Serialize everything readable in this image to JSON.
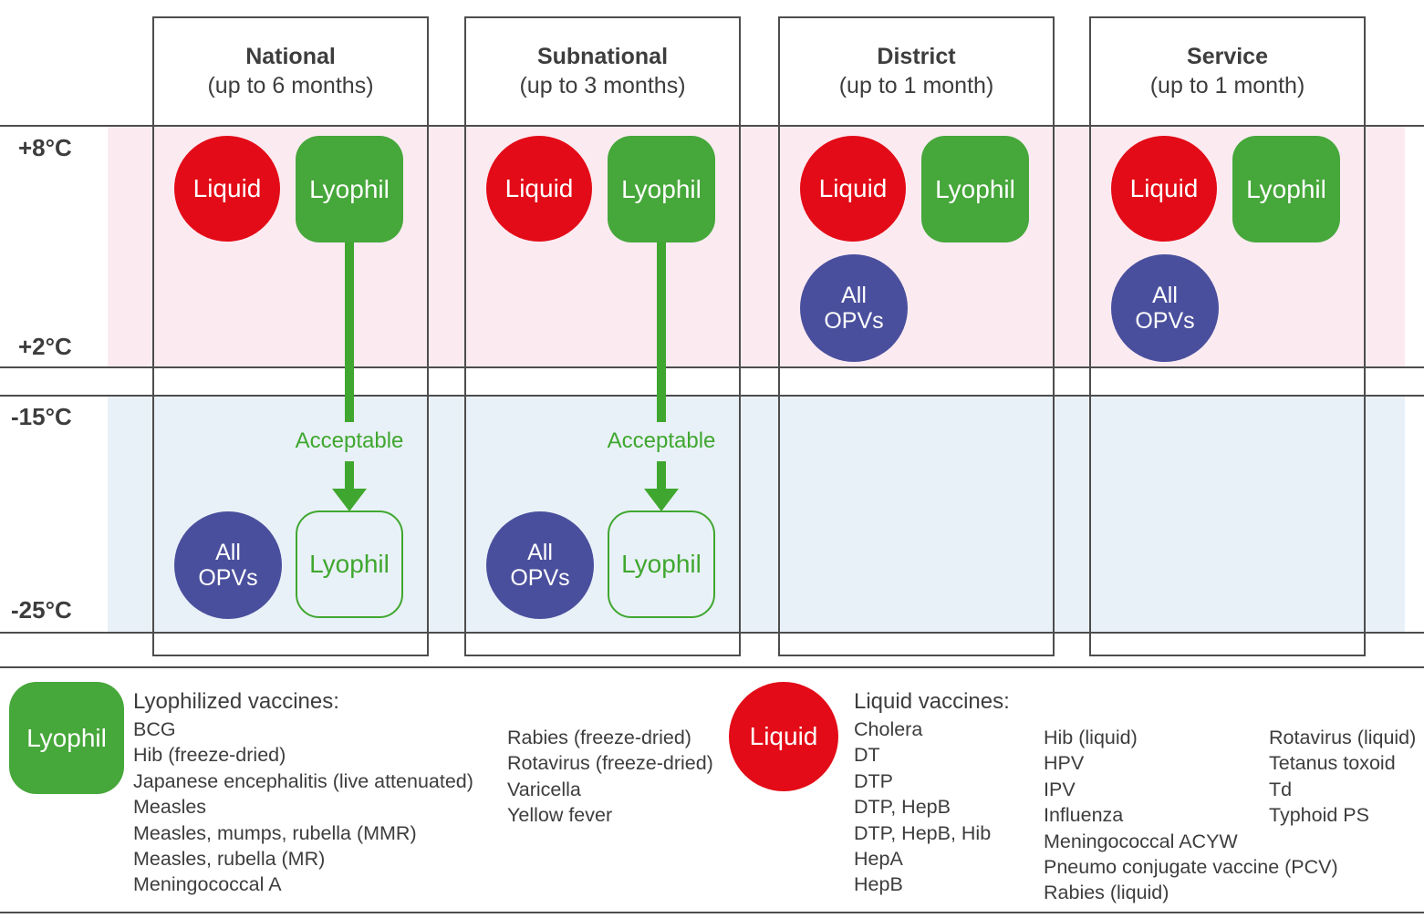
{
  "temperatures": {
    "cold_top": "+8°C",
    "cold_bottom": "+2°C",
    "freeze_top": "-15°C",
    "freeze_bottom": "-25°C"
  },
  "columns": [
    {
      "title": "National",
      "subtitle": "(up to 6 months)"
    },
    {
      "title": "Subnational",
      "subtitle": "(up to 3 months)"
    },
    {
      "title": "District",
      "subtitle": "(up to 1 month)"
    },
    {
      "title": "Service",
      "subtitle": "(up to 1 month)"
    }
  ],
  "shapes": {
    "liquid_label": "Liquid",
    "lyophil_label": "Lyophil",
    "opv_line1": "All",
    "opv_line2": "OPVs"
  },
  "arrow": {
    "label": "Acceptable"
  },
  "legend": {
    "lyophilized": {
      "badge": "Lyophil",
      "heading": "Lyophilized vaccines:",
      "list_a": [
        "BCG",
        "Hib (freeze-dried)",
        "Japanese encephalitis (live attenuated)",
        "Measles",
        "Measles, mumps, rubella (MMR)",
        "Measles, rubella (MR)",
        "Meningococcal A"
      ],
      "list_b": [
        "Rabies (freeze-dried)",
        "Rotavirus (freeze-dried)",
        "Varicella",
        "Yellow fever"
      ]
    },
    "liquid": {
      "badge": "Liquid",
      "heading": "Liquid vaccines:",
      "list_a": [
        "Cholera",
        "DT",
        "DTP",
        "DTP, HepB",
        "DTP, HepB, Hib",
        "HepA",
        "HepB"
      ],
      "list_b": [
        "Hib (liquid)",
        "HPV",
        "IPV",
        "Influenza",
        "Meningococcal ACYW",
        "Pneumo conjugate vaccine (PCV)",
        "Rabies (liquid)"
      ],
      "list_c": [
        "Rotavirus (liquid)",
        "Tetanus toxoid",
        "Td",
        "Typhoid PS"
      ]
    }
  },
  "colors": {
    "liquid_red": "#e30b17",
    "lyophil_green": "#46a73a",
    "arrow_green": "#3fa72f",
    "opv_purple": "#4a4f9d",
    "cold_band_pink": "#fbebf1",
    "freeze_band_blue": "#e9f1f8",
    "rule_gray": "#4d4d4d",
    "text_gray": "#3d3d3d"
  }
}
